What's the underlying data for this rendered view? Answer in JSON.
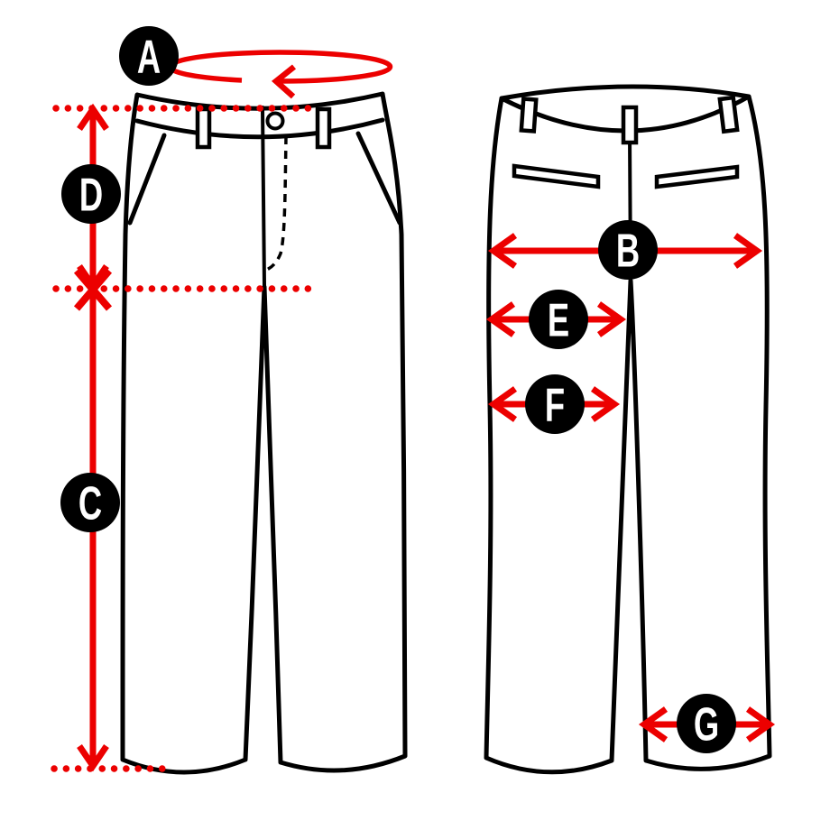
{
  "diagram": {
    "colors": {
      "accent_red": "#EC0000",
      "badge_black": "#000000",
      "letter_white": "#FFFFFF",
      "outline_black": "#000000",
      "background_white": "#FFFFFF"
    },
    "labels": [
      {
        "letter": "A"
      },
      {
        "letter": "B"
      },
      {
        "letter": "C"
      },
      {
        "letter": "D"
      },
      {
        "letter": "E"
      },
      {
        "letter": "F"
      },
      {
        "letter": "G"
      }
    ]
  }
}
